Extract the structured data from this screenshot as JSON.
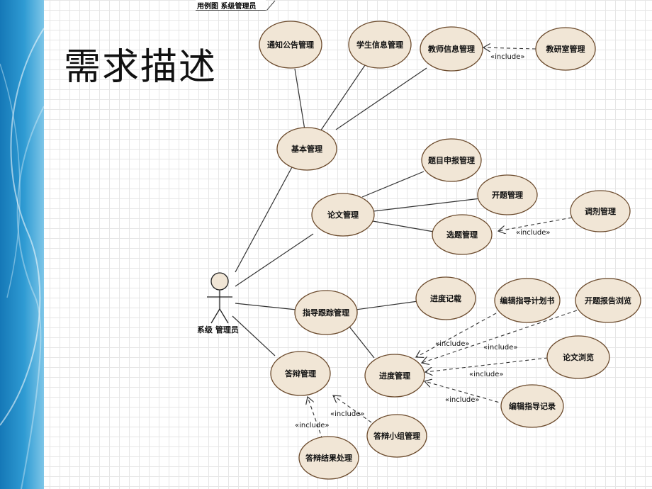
{
  "slide_title": "需求描述",
  "diagram_tab": "用例图 系级管理员",
  "actor": {
    "label": "系级 管理员"
  },
  "include_label": "«include»",
  "colors": {
    "usecase_fill": "#f1e6d6",
    "usecase_stroke": "#6b4a2c",
    "accent_band": "#2f9bd3"
  },
  "use_cases": {
    "notice": "通知公告管理",
    "student_info": "学生信息管理",
    "teacher_info": "教师信息管理",
    "research_office": "教研室管理",
    "basic": "基本管理",
    "topic_declare": "题目申报管理",
    "opening": "开题管理",
    "thesis": "论文管理",
    "topic_select": "选题管理",
    "adjust": "调剂管理",
    "progress_record": "进度记载",
    "guidance_plan": "编辑指导计划书",
    "opening_report": "开题报告浏览",
    "guidance_track": "指导跟踪管理",
    "thesis_browse": "论文浏览",
    "defense": "答辩管理",
    "progress": "进度管理",
    "guidance_record": "编辑指导记录",
    "defense_group": "答辩小组管理",
    "defense_result": "答辩结果处理"
  }
}
